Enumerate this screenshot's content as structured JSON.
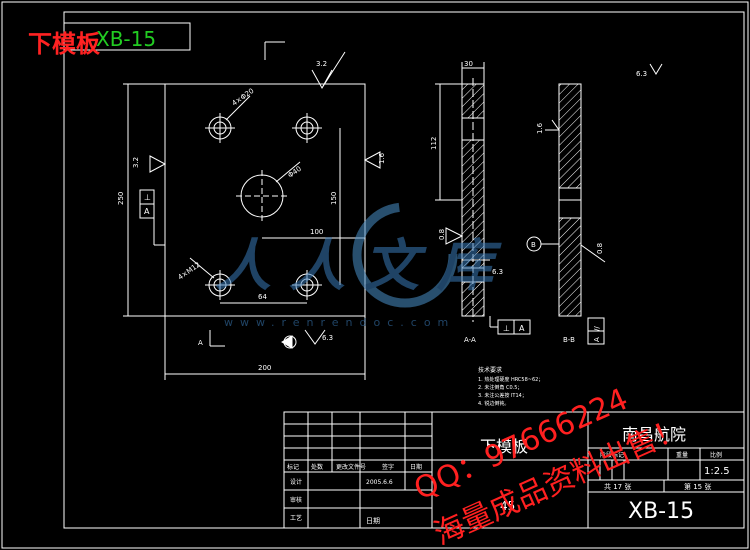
{
  "drawing": {
    "code_box": "XB-15",
    "red_label": "下模板"
  },
  "front_view": {
    "hole_note_top": "4×Φ20",
    "hole_note_center": "Φ40",
    "hole_note_bottom": "4×M12",
    "dim_height": "250",
    "dim_width": "200",
    "dim_inner_h": "150",
    "dim_inner_w": "100",
    "dim_lower": "64",
    "rough_top": "3.2",
    "rough_left": "3.2",
    "rough_right": "1.6",
    "rough_bottom": "6.3",
    "datum_a": "A",
    "tol_box_1": "⊥",
    "tol_box_2": "A"
  },
  "section_view": {
    "label": "A-A",
    "dim_thickness": "30",
    "dim_upper": "112",
    "rough_mid": "0.8",
    "rough_low": "6.3",
    "gdt_1": "⊥",
    "gdt_2": "A"
  },
  "side_view": {
    "label": "B-B",
    "rough_top": "1.6",
    "rough_right": "0.8",
    "callout": "B",
    "tol_1": "//",
    "tol_2": "A"
  },
  "general_roughness": "6.3",
  "notes": {
    "title": "技术要求",
    "lines": [
      "1. 热处理硬度 HRC58~62；",
      "2. 未注倒角 C0.5；",
      "3. 未注公差按 IT14；",
      "4. 锐边倒钝。"
    ]
  },
  "title_block": {
    "part_name": "下模板",
    "school": "南昌航院",
    "material": "45",
    "code": "XB-15",
    "scale_header": "比例",
    "scale": "1:2.5",
    "weight_header": "重量",
    "stage_header": "阶段标记",
    "sheets_total": "共 17 张",
    "sheet_num": "第 15 张",
    "row_labels": [
      "标记",
      "处数",
      "更改文件号",
      "签字",
      "日期"
    ],
    "design_label": "设计",
    "design_date": "2005.6.6",
    "check_label": "审核",
    "craft_label": "工艺",
    "approve_label": "日期"
  },
  "watermark": {
    "brand": "人人文库",
    "url": "www.renrendoc.com",
    "qq": "QQ：97666224",
    "sale": "海量成品资料出售！"
  }
}
